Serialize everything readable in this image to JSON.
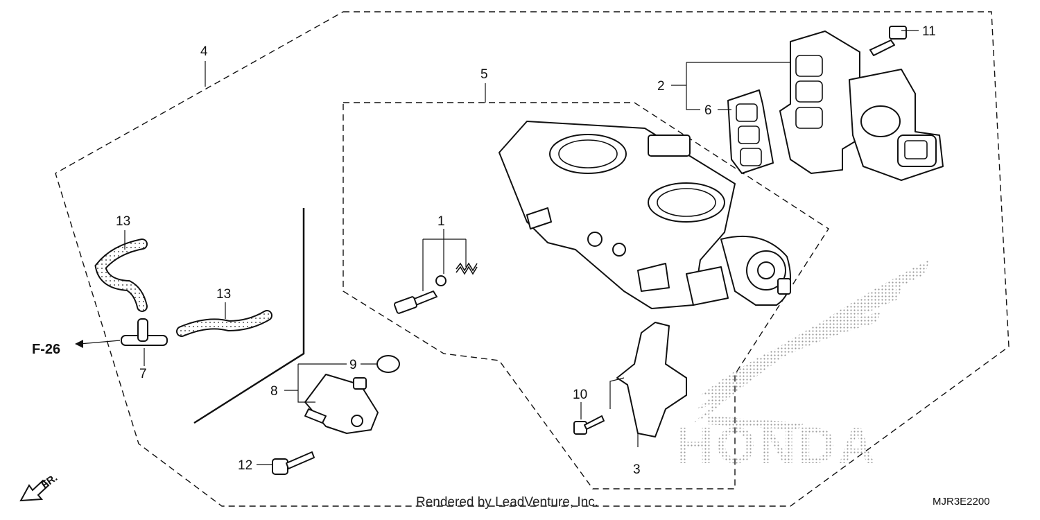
{
  "diagram": {
    "callouts": [
      {
        "id": "c1",
        "label": "1"
      },
      {
        "id": "c2",
        "label": "2"
      },
      {
        "id": "c3",
        "label": "3"
      },
      {
        "id": "c4",
        "label": "4"
      },
      {
        "id": "c5",
        "label": "5"
      },
      {
        "id": "c6",
        "label": "6"
      },
      {
        "id": "c7",
        "label": "7"
      },
      {
        "id": "c8",
        "label": "8"
      },
      {
        "id": "c9",
        "label": "9"
      },
      {
        "id": "c10",
        "label": "10"
      },
      {
        "id": "c11",
        "label": "11"
      },
      {
        "id": "c12",
        "label": "12"
      },
      {
        "id": "c13a",
        "label": "13"
      },
      {
        "id": "c13b",
        "label": "13"
      }
    ],
    "ref_label": "F-26",
    "front_label": "FR.",
    "diagram_code": "MJR3E2200",
    "credit": "Rendered by LeadVenture, Inc.",
    "watermark": "HONDA"
  }
}
